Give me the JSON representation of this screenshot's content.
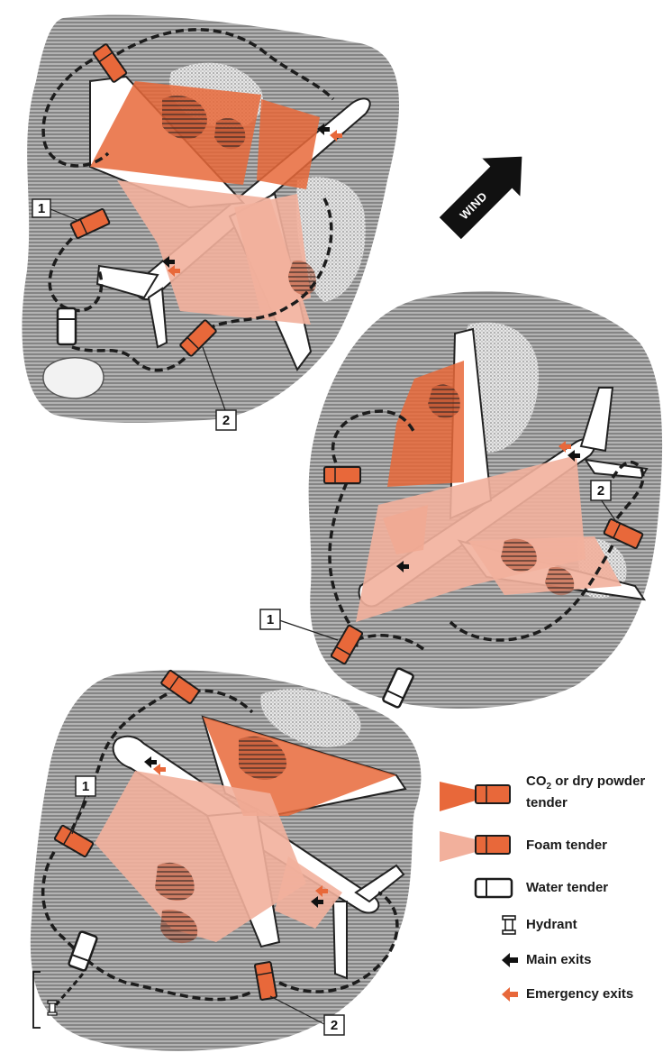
{
  "wind_label": "WIND",
  "callouts": {
    "top_1": "1",
    "top_2": "2",
    "middle_1": "1",
    "middle_2": "2",
    "bottom_1": "1",
    "bottom_2": "2"
  },
  "legend": {
    "co2_tender_line1_prefix": "CO",
    "co2_tender_line1_sub": "2",
    "co2_tender_line1_suffix": " or dry powder",
    "co2_tender_line2": "tender",
    "foam_tender": "Foam tender",
    "water_tender": "Water tender",
    "hydrant": "Hydrant",
    "main_exits": "Main exits",
    "emergency_exits": "Emergency exits"
  },
  "colors": {
    "co2_orange": "#e8683a",
    "foam_pink": "#f2b09c",
    "ground_grey": "#9a9a9a",
    "smoke_grey": "#c9c9c9",
    "hose_black": "#1c1c1c"
  }
}
